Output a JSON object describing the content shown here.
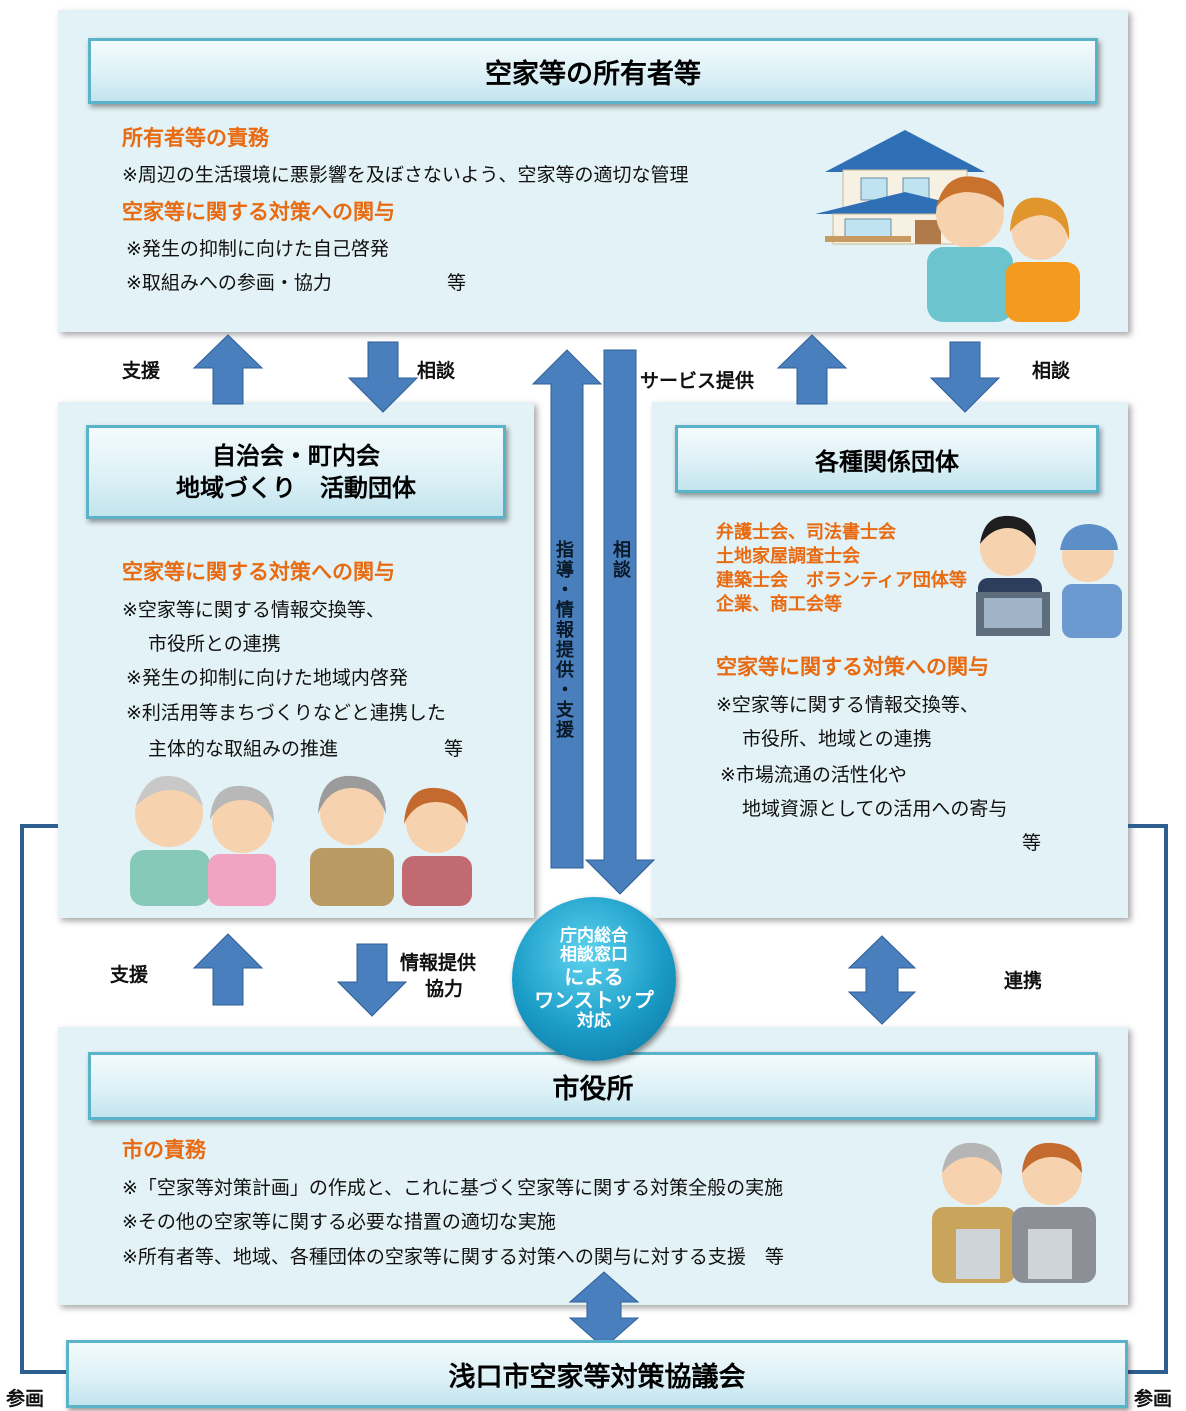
{
  "owners": {
    "title": "空家等の所有者等",
    "heading1": "所有者等の責務",
    "line1": "※周辺の生活環境に悪影響を及ぼさないよう、空家等の適切な管理",
    "heading2": "空家等に関する対策への関与",
    "line2": "※発生の抑制に向けた自己啓発",
    "line3": "※取組みへの参画・協力",
    "etc": "等"
  },
  "community": {
    "title1": "自治会・町内会",
    "title2": "地域づくり　活動団体",
    "heading": "空家等に関する対策への関与",
    "line1": "※空家等に関する情報交換等、",
    "line1b": "市役所との連携",
    "line2": "※発生の抑制に向けた地域内啓発",
    "line3": "※利活用等まちづくりなどと連携した",
    "line3b": "主体的な取組みの推進",
    "etc": "等"
  },
  "orgs": {
    "title": "各種関係団体",
    "member1": "弁護士会、司法書士会",
    "member2": "土地家屋調査士会",
    "member3": "建築士会　ボランティア団体等",
    "member4": "企業、商工会等",
    "heading": "空家等に関する対策への関与",
    "line1": "※空家等に関する情報交換等、",
    "line1b": "市役所、地域との連携",
    "line2": "※市場流通の活性化や",
    "line2b": "地域資源としての活用への寄与",
    "etc": "等"
  },
  "city": {
    "title": "市役所",
    "heading": "市の責務",
    "line1": "※「空家等対策計画」の作成と、これに基づく空家等に関する対策全般の実施",
    "line2": "※その他の空家等に関する必要な措置の適切な実施",
    "line3": "※所有者等、地域、各種団体の空家等に関する対策への関与に対する支援　等"
  },
  "council": {
    "title": "浅口市空家等対策協議会"
  },
  "center": {
    "line1": "庁内総合",
    "line2": "相談窓口",
    "line3": "による",
    "line4": "ワンストップ",
    "line5": "対応"
  },
  "labels": {
    "support_top": "支援",
    "consult_top_left": "相談",
    "service": "サービス提供",
    "consult_top_right": "相談",
    "guidance_vertical": "指導・情報提供・支援",
    "consult_vertical": "相談",
    "support_bottom": "支援",
    "info_1": "情報提供",
    "info_2": "協力",
    "cooperation": "連携",
    "participate_left": "参画",
    "participate_right": "参画"
  },
  "colors": {
    "accent_orange": "#e86b12",
    "arrow_blue": "#4a7fbd",
    "panel_bg": "#e3f2f6",
    "title_border": "#5ab3c9"
  }
}
